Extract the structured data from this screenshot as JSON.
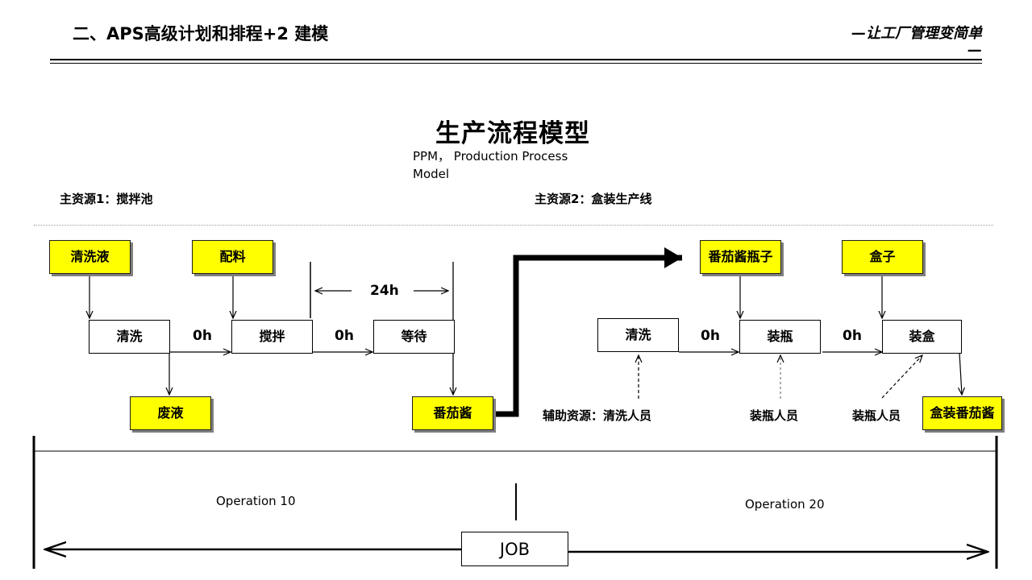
{
  "header": {
    "title": "二、APS高级计划和排程+2 建模",
    "slogan": "—让工厂管理变简单",
    "slogan_tail": "—"
  },
  "diagram": {
    "title": "生产流程模型",
    "subtitle": "PPM， Production Process Model",
    "resource1_label": "主资源1：搅拌池",
    "resource2_label": "主资源2：盒装生产线",
    "inputs": {
      "cleaning_liquid": "清洗液",
      "ingredients": "配料",
      "tomato_sauce_bottle": "番茄酱瓶子",
      "box": "盒子"
    },
    "outputs": {
      "waste_liquid": "废液",
      "tomato_sauce": "番茄酱",
      "boxed_tomato_sauce": "盒装番茄酱"
    },
    "steps": {
      "wash1": "清洗",
      "mix": "搅拌",
      "wait": "等待",
      "wash2": "清洗",
      "bottling": "装瓶",
      "boxing": "装盒"
    },
    "delays": {
      "d1": "0h",
      "d2": "0h",
      "d3": "0h",
      "d4": "0h",
      "wait_time": "24h"
    },
    "aux_resources": {
      "label_prefix": "辅助资源：清洗人员",
      "bottling_staff": "装瓶人员",
      "boxing_staff": "装瓶人员"
    },
    "operations": {
      "op1": "Operation  10",
      "op2": "Operation  20"
    },
    "job_label": "JOB"
  },
  "colors": {
    "input_box": "#ffff00",
    "box_shadow": "#7f7f7f",
    "line": "#000000"
  }
}
